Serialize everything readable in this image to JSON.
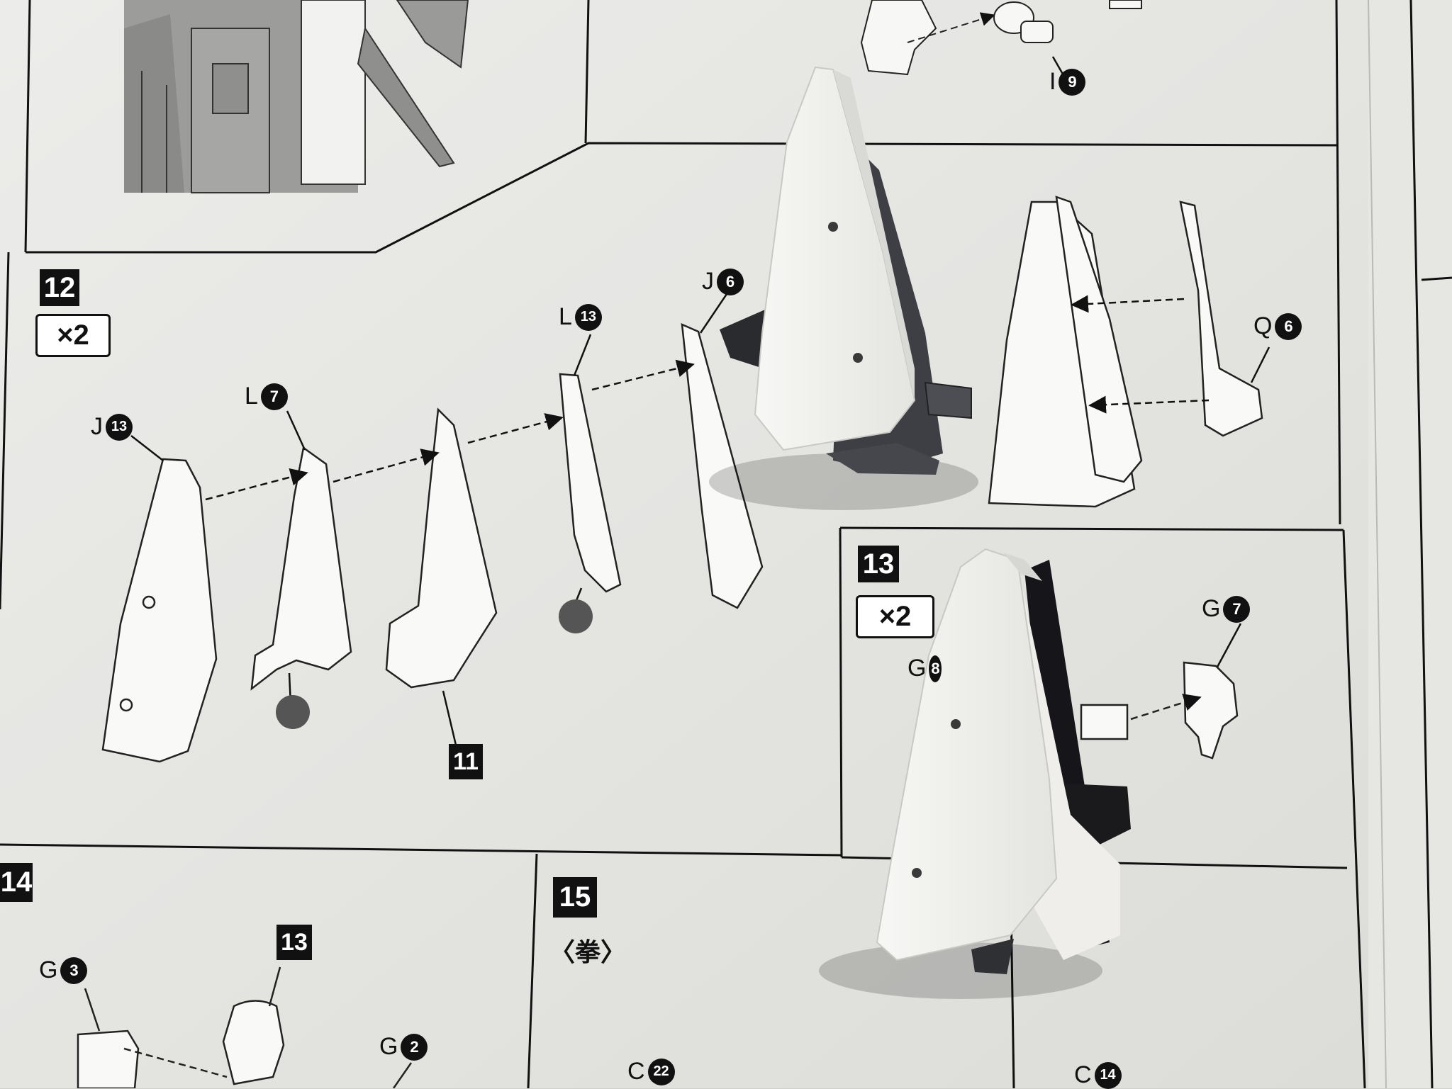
{
  "sheet": {
    "steps": {
      "step12": "12",
      "step13": "13",
      "step14": "14",
      "step15": "15",
      "step11_ref": "11",
      "step13_ref": "13"
    },
    "multipliers": {
      "step12": "×2",
      "step13": "×2"
    },
    "step15_caption": "〈拳〉",
    "part_labels": {
      "i9": {
        "letter": "I",
        "num": "9"
      },
      "j6": {
        "letter": "J",
        "num": "6"
      },
      "l13": {
        "letter": "L",
        "num": "13"
      },
      "l7": {
        "letter": "L",
        "num": "7"
      },
      "j13": {
        "letter": "J",
        "num": "13"
      },
      "q6": {
        "letter": "Q",
        "num": "6"
      },
      "g7": {
        "letter": "G",
        "num": "7"
      },
      "g8": {
        "letter": "G",
        "num": "8"
      },
      "g3": {
        "letter": "G",
        "num": "3"
      },
      "g2": {
        "letter": "G",
        "num": "2"
      },
      "c22": {
        "letter": "C",
        "num": "22"
      },
      "c14": {
        "letter": "C",
        "num": "14"
      }
    }
  },
  "colors": {
    "paper": "#e9e9e6",
    "ink": "#111111",
    "plastic_white": "#f4f4f2",
    "plastic_gray": "#3d3f44",
    "plastic_black": "#161618"
  }
}
